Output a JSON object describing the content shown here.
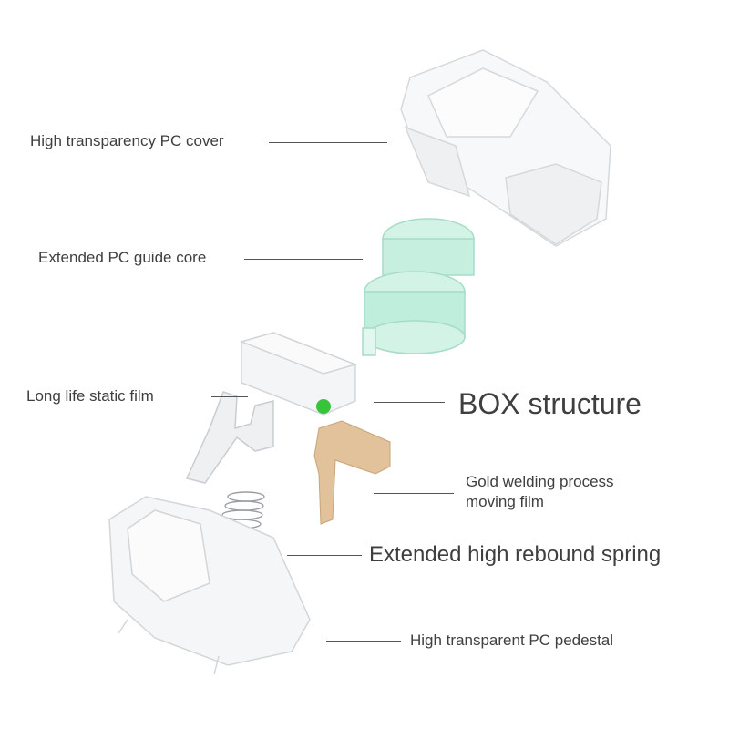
{
  "title": "Switch exploded view",
  "labels": {
    "cover": "High transparency PC cover",
    "guide_core": "Extended PC guide core",
    "static_film": "Long life static film",
    "box": "BOX structure",
    "gold_line1": "Gold welding process",
    "gold_line2": "moving film",
    "spring": "Extended high rebound spring",
    "pedestal": "High transparent PC pedestal"
  },
  "colors": {
    "text": "#3f3f3f",
    "guide": "#bfeedd",
    "gold": "#e2c29a",
    "green": "#37c43a"
  }
}
